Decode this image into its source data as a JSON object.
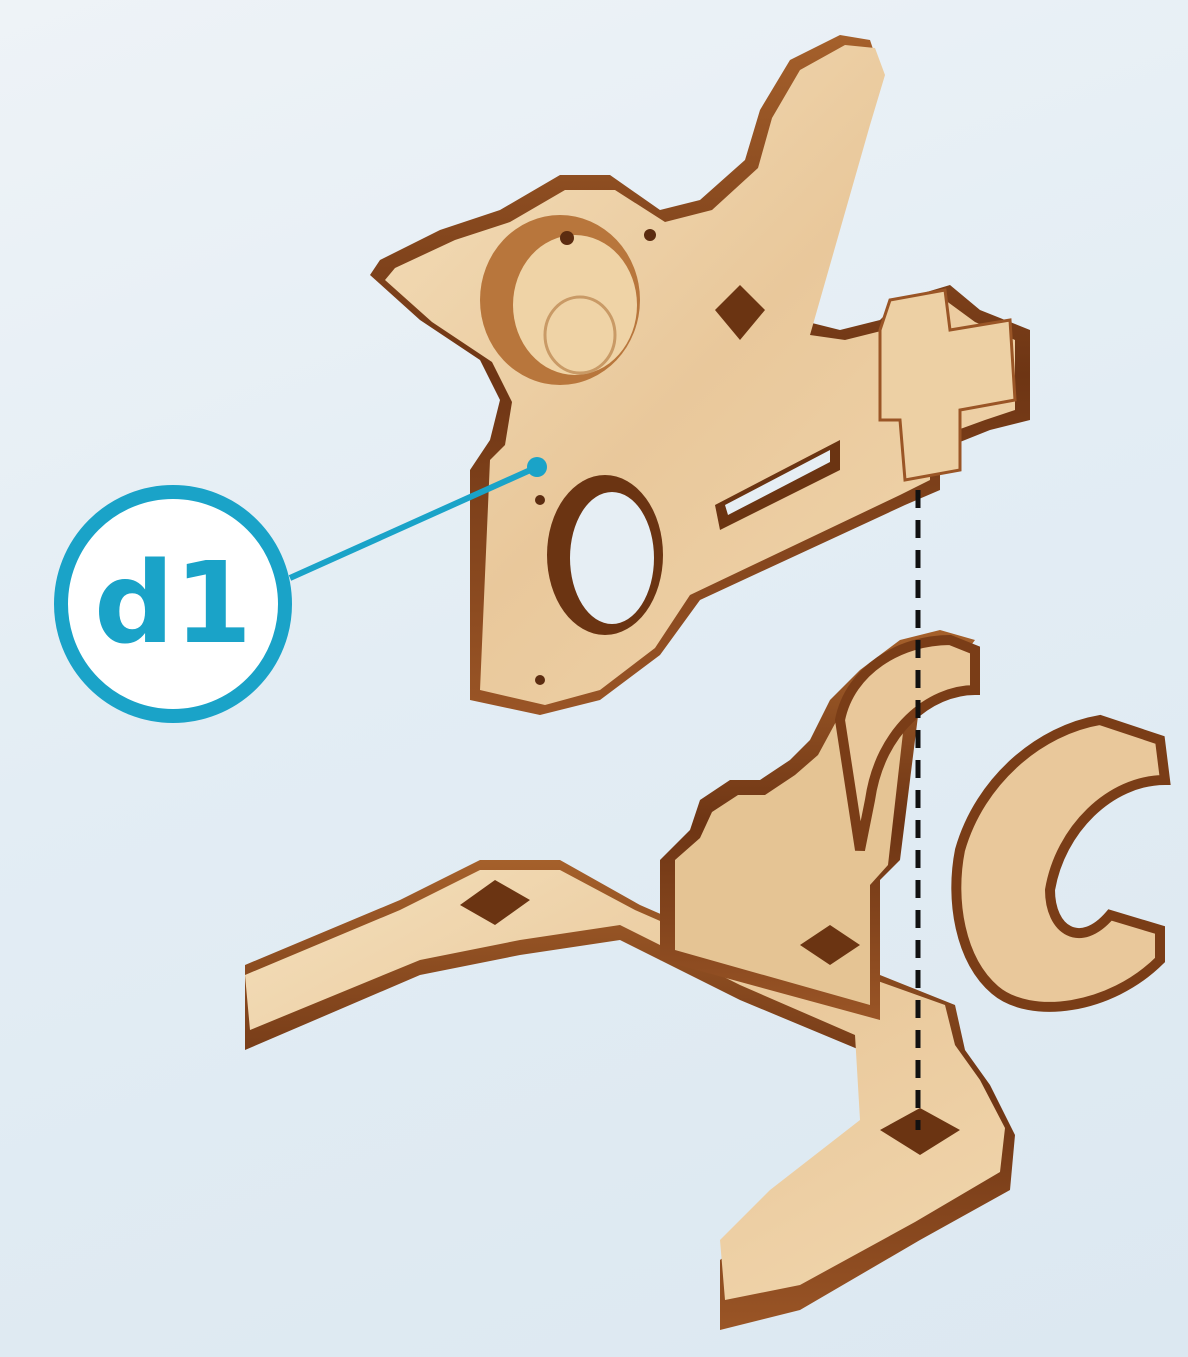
{
  "callout": {
    "label": "d1",
    "color": "#1aa3c8"
  },
  "parts": [
    {
      "name": "upper-wooden-part"
    },
    {
      "name": "lower-wooden-part"
    }
  ],
  "colors": {
    "wood_face": "#e8c79a",
    "wood_light": "#f3dcb6",
    "wood_edge": "#8a4a1f",
    "wood_edge_dark": "#5c2c10",
    "hole": "#6b3412",
    "background": "#e6eef4"
  }
}
